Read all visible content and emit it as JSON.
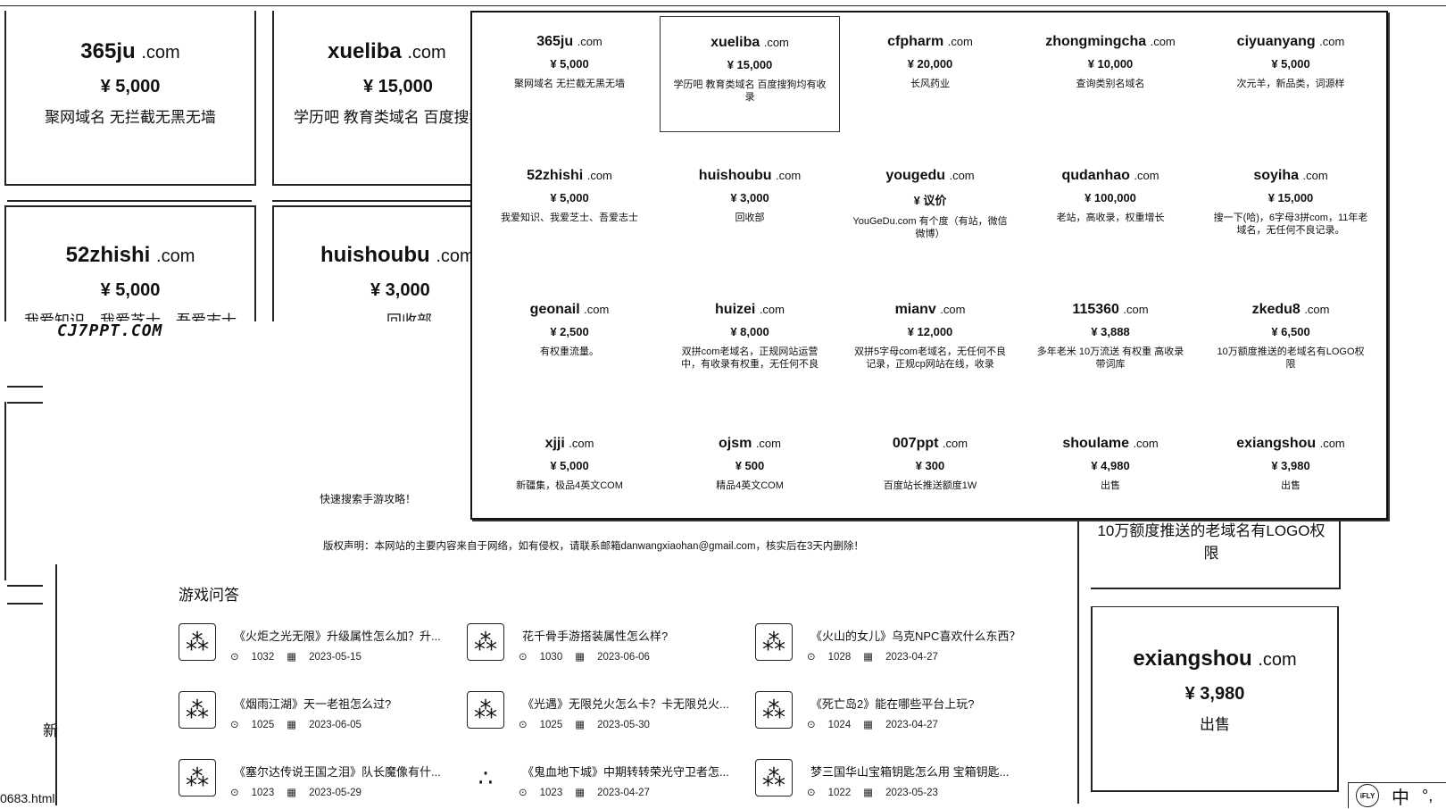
{
  "popup": {
    "items": [
      {
        "name": "365ju",
        "tld": ".com",
        "price": "¥ 5,000",
        "desc": "聚网域名 无拦截无黑无墙"
      },
      {
        "name": "xueliba",
        "tld": ".com",
        "price": "¥ 15,000",
        "desc": "学历吧 教育类域名 百度搜狗均有收录"
      },
      {
        "name": "cfpharm",
        "tld": ".com",
        "price": "¥ 20,000",
        "desc": "长风药业"
      },
      {
        "name": "zhongmingcha",
        "tld": ".com",
        "price": "¥ 10,000",
        "desc": "查询类别名域名"
      },
      {
        "name": "ciyuanyang",
        "tld": ".com",
        "price": "¥ 5,000",
        "desc": "次元羊，新品类，词源样"
      },
      {
        "name": "52zhishi",
        "tld": ".com",
        "price": "¥ 5,000",
        "desc": "我爱知识、我爱芝士、吾爱志士"
      },
      {
        "name": "huishoubu",
        "tld": ".com",
        "price": "¥ 3,000",
        "desc": "回收部"
      },
      {
        "name": "yougedu",
        "tld": ".com",
        "price": "¥ 议价",
        "desc": "YouGeDu.com 有个度（有站，微信微博）"
      },
      {
        "name": "qudanhao",
        "tld": ".com",
        "price": "¥ 100,000",
        "desc": "老站，高收录，权重增长"
      },
      {
        "name": "soyiha",
        "tld": ".com",
        "price": "¥ 15,000",
        "desc": "搜一下(哈)，6字母3拼com，11年老域名，无任何不良记录。"
      },
      {
        "name": "geonail",
        "tld": ".com",
        "price": "¥ 2,500",
        "desc": "有权重流量。"
      },
      {
        "name": "huizei",
        "tld": ".com",
        "price": "¥ 8,000",
        "desc": "双拼com老域名，正规网站运营中，有收录有权重，无任何不良"
      },
      {
        "name": "mianv",
        "tld": ".com",
        "price": "¥ 12,000",
        "desc": "双拼5字母com老域名，无任何不良记录，正规cp网站在线，收录"
      },
      {
        "name": "115360",
        "tld": ".com",
        "price": "¥ 3,888",
        "desc": "多年老米 10万流送 有权重 高收录 带词库"
      },
      {
        "name": "zkedu8",
        "tld": ".com",
        "price": "¥ 6,500",
        "desc": "10万额度推送的老域名有LOGO权限"
      },
      {
        "name": "xjji",
        "tld": ".com",
        "price": "¥ 5,000",
        "desc": "新疆集，极品4英文COM"
      },
      {
        "name": "ojsm",
        "tld": ".com",
        "price": "¥ 500",
        "desc": "精品4英文COM"
      },
      {
        "name": "007ppt",
        "tld": ".com",
        "price": "¥ 300",
        "desc": "百度站长推送额度1W"
      },
      {
        "name": "shoulame",
        "tld": ".com",
        "price": "¥ 4,980",
        "desc": "出售"
      },
      {
        "name": "exiangshou",
        "tld": ".com",
        "price": "¥ 3,980",
        "desc": "出售"
      }
    ]
  },
  "bg_cards": {
    "c1": {
      "name": "365ju",
      "tld": ".com",
      "price": "¥ 5,000",
      "desc": "聚网域名 无拦截无黑无墙"
    },
    "c2": {
      "name": "xueliba",
      "tld": ".com",
      "price": "¥ 15,000",
      "desc": "学历吧 教育类域名 百度搜狗均有收录"
    },
    "c3": {
      "name": "52zhishi",
      "tld": ".com",
      "price": "¥ 5,000",
      "desc": "我爱知识、我爱芝士、吾爱志士"
    },
    "c4": {
      "name": "huishoubu",
      "tld": ".com",
      "price": "¥ 3,000",
      "desc": "回收部"
    },
    "c5": {
      "name": "exiangshou",
      "tld": ".com",
      "price": "¥ 3,980",
      "desc": "出售"
    },
    "right_partial_desc": "10万额度推送的老域名有LOGO权限"
  },
  "logo_text": "CJ7PPT.COM",
  "search_tip": "快速搜索手游攻略！",
  "disclaimer": "版权声明：本网站的主要内容来自于网络，如有侵权，请联系邮箱danwangxiaohan@gmail.com，核实后在3天内删除！",
  "left_fragment": "新",
  "section_title": "游戏问答",
  "qa": [
    {
      "title": "《火炬之光无限》升级属性怎么加？升...",
      "views": "1032",
      "date": "2023-05-15"
    },
    {
      "title": "花千骨手游搭装属性怎么样?",
      "views": "1030",
      "date": "2023-06-06"
    },
    {
      "title": "《火山的女儿》乌克NPC喜欢什么东西？",
      "views": "1028",
      "date": "2023-04-27"
    },
    {
      "title": "《烟雨江湖》天一老祖怎么过?",
      "views": "1025",
      "date": "2023-06-05"
    },
    {
      "title": "《光遇》无限兑火怎么卡？卡无限兑火...",
      "views": "1025",
      "date": "2023-05-30"
    },
    {
      "title": "《死亡岛2》能在哪些平台上玩?",
      "views": "1024",
      "date": "2023-04-27"
    },
    {
      "title": "《塞尔达传说王国之泪》队长魔像有什...",
      "views": "1023",
      "date": "2023-05-29"
    },
    {
      "title": "《鬼血地下城》中期转转荣光守卫者怎...",
      "views": "1023",
      "date": "2023-04-27"
    },
    {
      "title": "梦三国华山宝箱钥匙怎么用 宝箱钥匙...",
      "views": "1022",
      "date": "2023-05-23"
    }
  ],
  "status_url": "0683.html",
  "ime": {
    "logo": "iFLY",
    "lang": "中",
    "punct": "°,"
  }
}
